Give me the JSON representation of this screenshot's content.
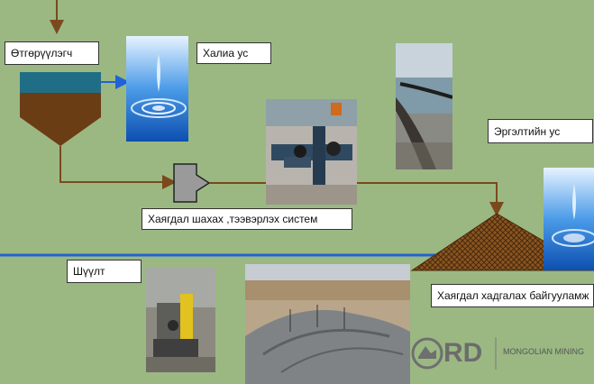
{
  "labels": {
    "thickener": "Өтгөрүүлэгч",
    "overflow_water": "Халиа ус",
    "return_water": "Эргэлтийн ус",
    "tailings_pumping": "Хаягдал шахах ,тээвэрлэх систем",
    "filtration": "Шүүлт",
    "tailings_storage": "Хаягдал хадгалах байгууламж"
  },
  "logo": {
    "mark": "RD",
    "text": "MONGOLIAN MINING"
  },
  "colors": {
    "background": "#9bb883",
    "pipe": "#7a4a1c",
    "water_line": "#1f63d6",
    "thickener_top": "#1f6e86",
    "thickener_body": "#6b3d14"
  }
}
